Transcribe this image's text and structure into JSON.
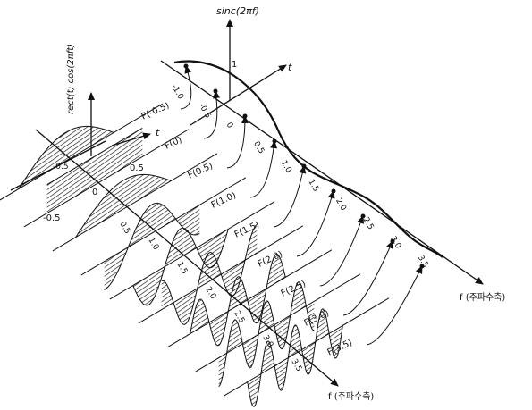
{
  "axes": {
    "sinc_label": "sinc(2πf)",
    "t_label": "t",
    "rect_label": "rect(t) cos(2πft)",
    "f_label": "f (주파수축)",
    "f_label_bottom": "f (주파수축)"
  },
  "f_ticks": [
    "-1.0",
    "-0.5",
    "0",
    "0.5",
    "1.0",
    "1.5",
    "2.0",
    "2.5",
    "3.0",
    "3.5"
  ],
  "sinc_tick": "1",
  "t_ticks": {
    "neg": "-0.5",
    "zero": "0",
    "pos": "0.5"
  },
  "waves": [
    {
      "label": "F(-0.5)",
      "f": -0.5
    },
    {
      "label": "F(0)",
      "f": 0
    },
    {
      "label": "F(0.5)",
      "f": 0.5
    },
    {
      "label": "F(1.0)",
      "f": 1.0
    },
    {
      "label": "F(1.5)",
      "f": 1.5
    },
    {
      "label": "F(2.0)",
      "f": 2.0
    },
    {
      "label": "F(2.5)",
      "f": 2.5
    },
    {
      "label": "F(3.0)",
      "f": 3.0
    },
    {
      "label": "F(3.5)",
      "f": 3.5
    }
  ],
  "colors": {
    "ink": "#111111",
    "paper": "#ffffff"
  }
}
